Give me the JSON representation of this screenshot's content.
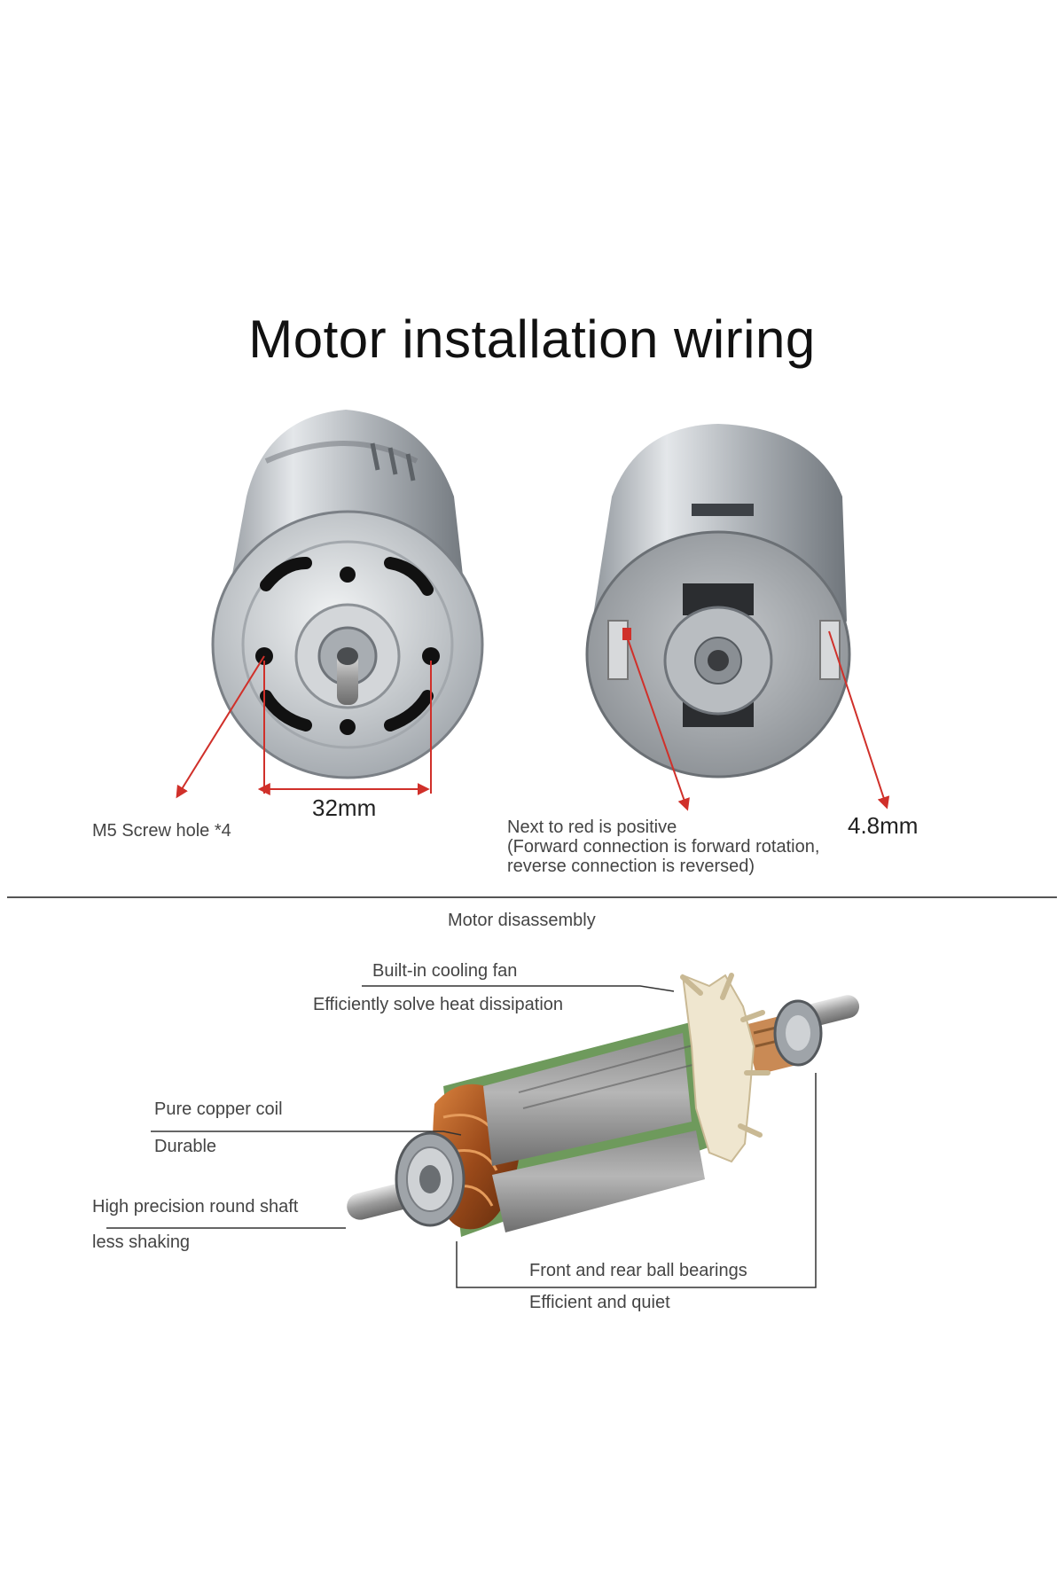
{
  "title": "Motor installation wiring",
  "install": {
    "screw_hole": "M5 Screw hole *4",
    "hole_spacing": "32mm",
    "positive_note_1": "Next to red is positive",
    "positive_note_2": "(Forward connection is forward rotation,",
    "positive_note_3": "reverse connection is reversed)",
    "terminal_size": "4.8mm"
  },
  "disassembly": {
    "heading": "Motor disassembly",
    "fan_title": "Built-in cooling fan",
    "fan_desc": "Efficiently solve heat dissipation",
    "coil_title": "Pure copper coil",
    "coil_desc": "Durable",
    "shaft_title": "High precision round shaft",
    "shaft_desc": "less shaking",
    "bearing_title": "Front and rear ball bearings",
    "bearing_desc": "Efficient and quiet"
  },
  "colors": {
    "arrow": "#d0302a",
    "copper": "#b0581f",
    "fan": "#efe6cf",
    "steel": "#b9bdc2",
    "green": "#7fa66b"
  }
}
